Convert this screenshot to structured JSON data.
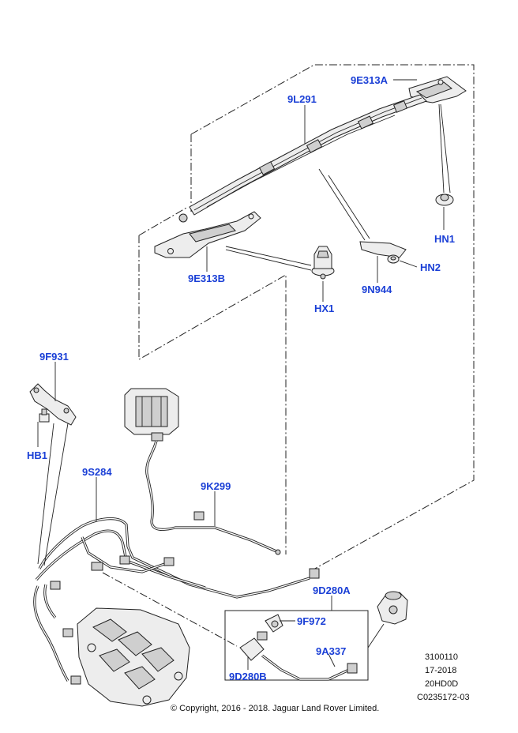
{
  "callouts": {
    "c_9E313A": "9E313A",
    "c_9L291": "9L291",
    "c_HN1": "HN1",
    "c_9E313B": "9E313B",
    "c_HX1": "HX1",
    "c_9N944": "9N944",
    "c_HN2": "HN2",
    "c_9F931": "9F931",
    "c_HB1": "HB1",
    "c_9S284": "9S284",
    "c_9K299": "9K299",
    "c_9D280A": "9D280A",
    "c_9F972": "9F972",
    "c_9A337": "9A337",
    "c_9D280B": "9D280B"
  },
  "meta": {
    "code1": "3100110",
    "code2": "17-2018",
    "code3": "20HD0D",
    "code4": "C0235172-03"
  },
  "copyright": "© Copyright, 2016 - 2018. Jaguar Land Rover Limited.",
  "colors": {
    "callout": "#1a3fd6",
    "line": "#222222"
  }
}
